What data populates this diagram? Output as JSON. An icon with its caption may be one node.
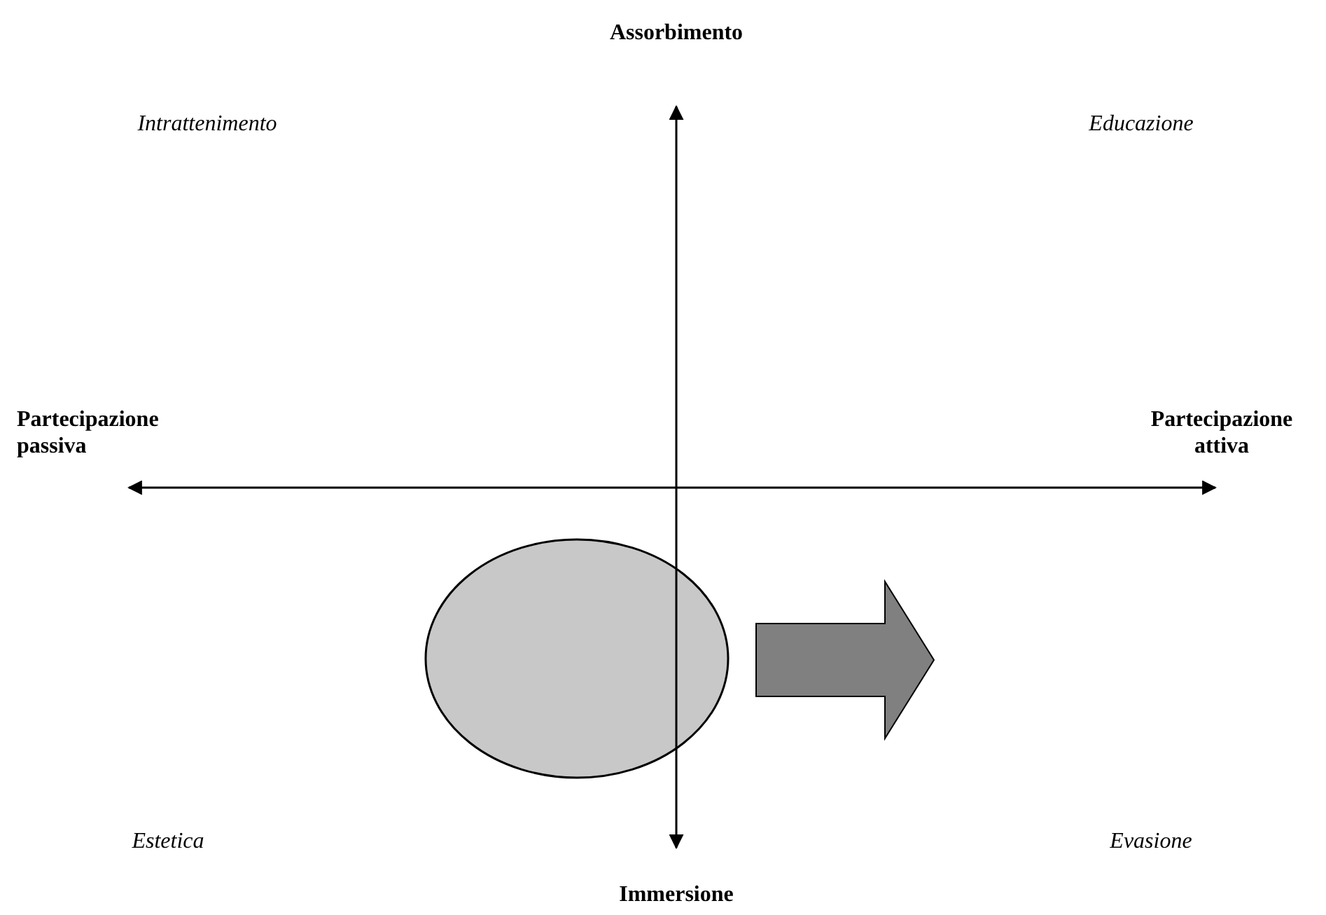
{
  "diagram": {
    "nodes": [
      {
        "text": [],
        "shape": "circle"
      }
    ],
    "labels": [
      "Assorbimento",
      "Intrattenimento",
      "Educazione",
      "Partecipazione passiva",
      "Partecipazione attiva",
      "Estetica",
      "Evasione",
      "Immersione"
    ]
  }
}
